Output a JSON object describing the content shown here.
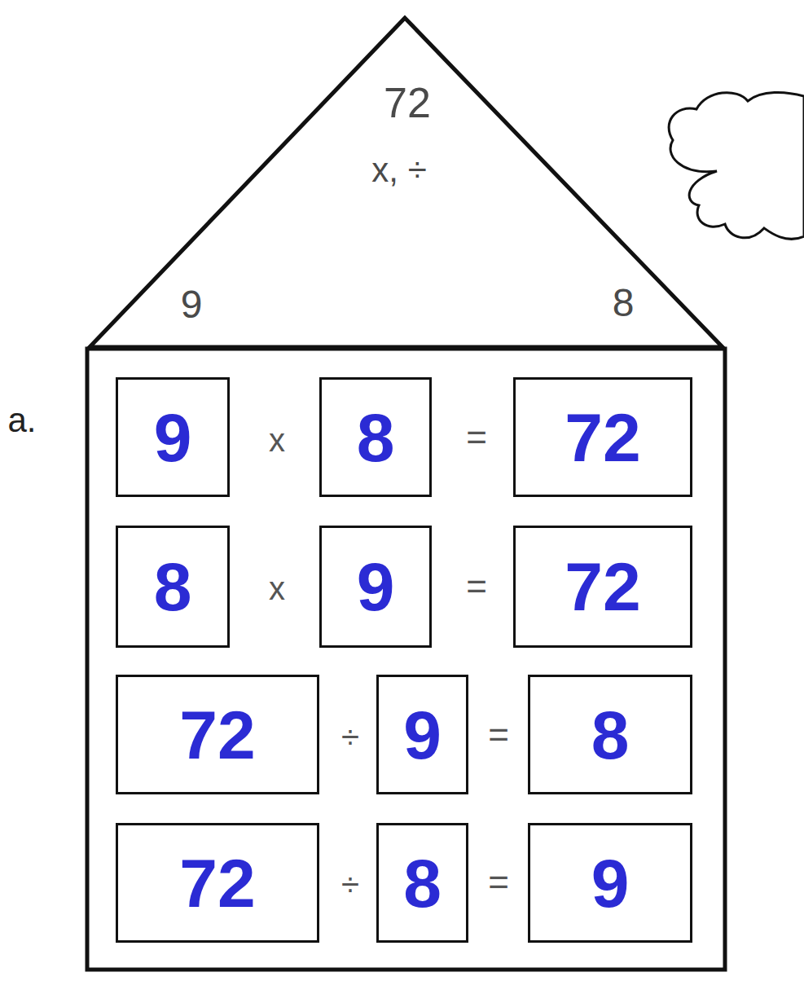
{
  "diagram": {
    "nodes": [
      {
        "text": [
          "72",
          "x, ÷",
          "9",
          "8"
        ]
      },
      {
        "text": [
          "9"
        ]
      },
      {
        "text": [
          "8"
        ]
      },
      {
        "text": [
          "72"
        ]
      },
      {
        "text": [
          "8"
        ]
      },
      {
        "text": [
          "9"
        ]
      },
      {
        "text": [
          "72"
        ]
      },
      {
        "text": [
          "72"
        ]
      },
      {
        "text": [
          "9"
        ]
      },
      {
        "text": [
          "8"
        ]
      },
      {
        "text": [
          "72"
        ]
      },
      {
        "text": [
          "8"
        ]
      },
      {
        "text": [
          "9"
        ]
      }
    ],
    "labels": [
      "a.",
      "x",
      "=",
      "x",
      "=",
      "÷",
      "=",
      "÷",
      "="
    ]
  }
}
